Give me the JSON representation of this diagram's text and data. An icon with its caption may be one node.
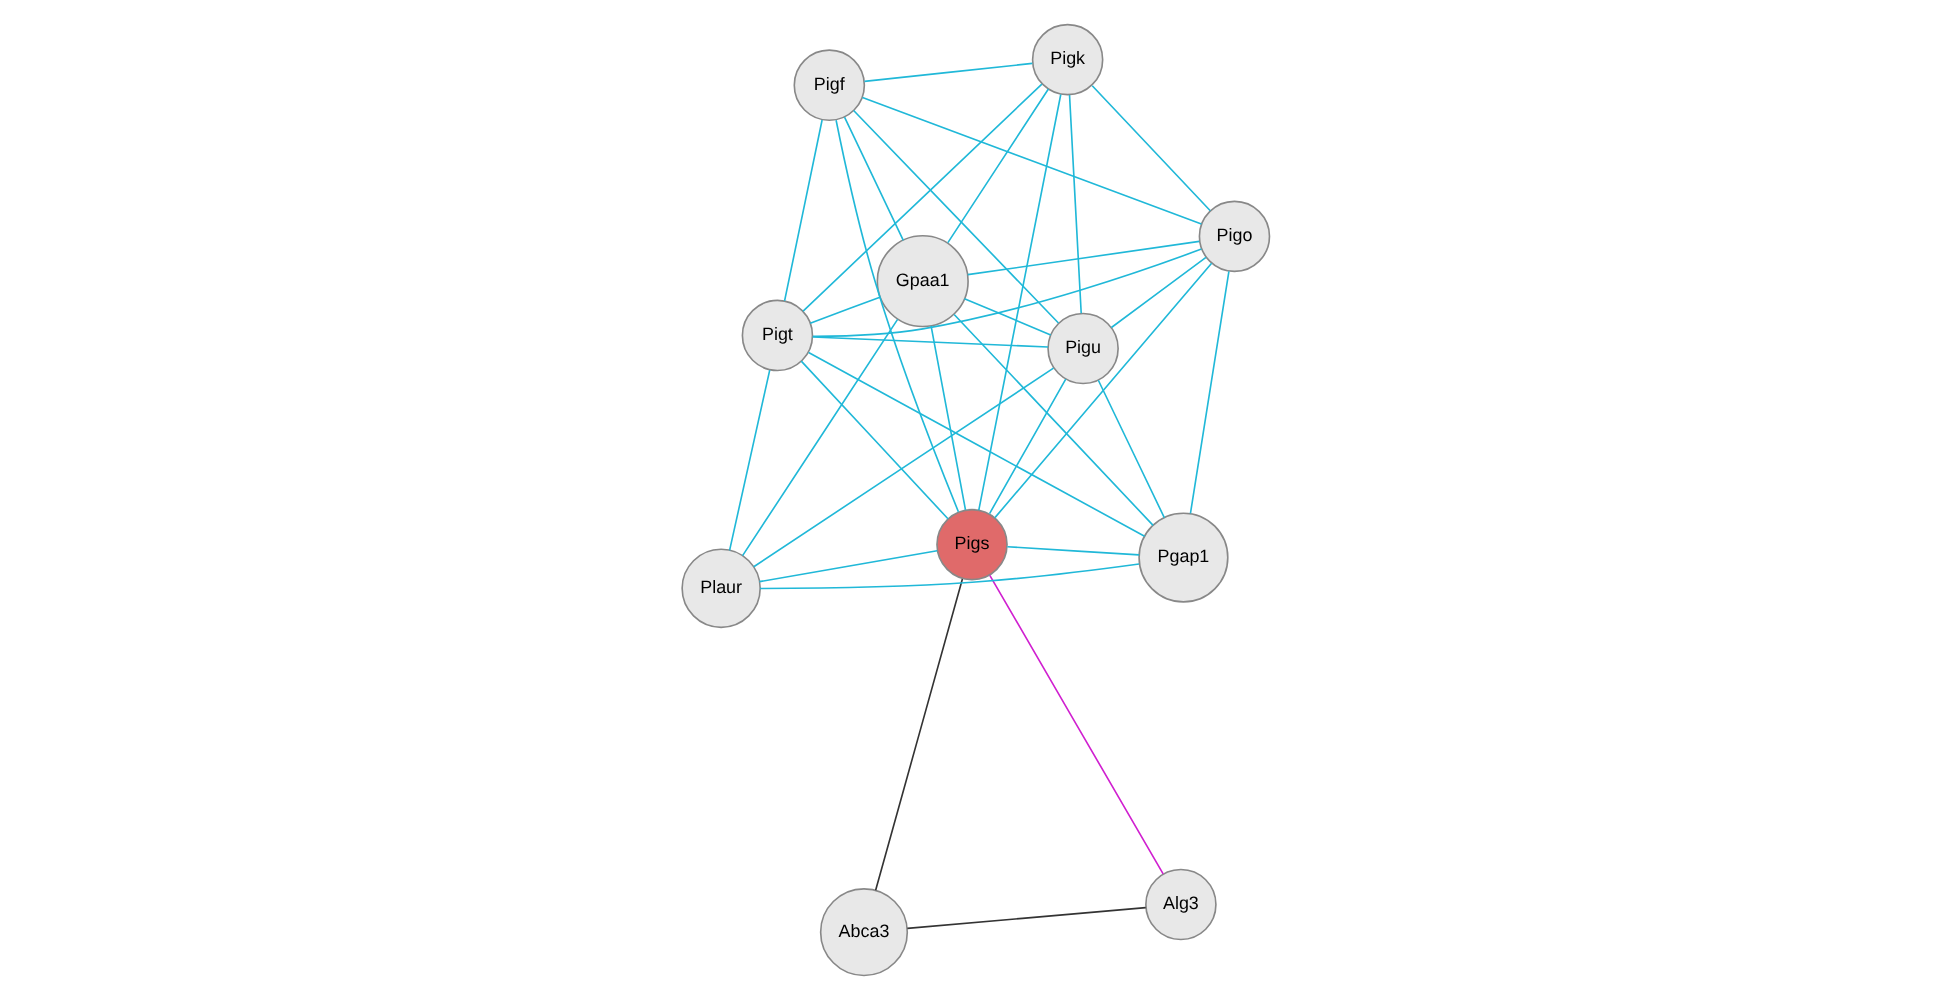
{
  "diagram": {
    "nodes": [
      {
        "text": [
          "Pigf"
        ]
      },
      {
        "text": [
          "Pigk"
        ]
      },
      {
        "text": [
          "Pigo"
        ]
      },
      {
        "text": [
          "Gpaa1"
        ]
      },
      {
        "text": [
          "Pigu"
        ]
      },
      {
        "text": [
          "Pigt"
        ]
      },
      {
        "text": [
          "Pigs"
        ]
      },
      {
        "text": [
          "Pgap1"
        ]
      },
      {
        "text": [
          "Plaur"
        ]
      },
      {
        "text": [
          "Alg3"
        ]
      },
      {
        "text": [
          "Abca3"
        ]
      }
    ],
    "edges": [
      {
        "from": 0,
        "to": 1,
        "arrow": "none"
      },
      {
        "from": 0,
        "to": 2,
        "arrow": "none"
      },
      {
        "from": 0,
        "to": 3,
        "arrow": "none"
      },
      {
        "from": 0,
        "to": 4,
        "arrow": "none"
      },
      {
        "from": 0,
        "to": 5,
        "arrow": "none"
      },
      {
        "from": 0,
        "to": 6,
        "arrow": "none"
      },
      {
        "from": 1,
        "to": 2,
        "arrow": "none"
      },
      {
        "from": 1,
        "to": 3,
        "arrow": "none"
      },
      {
        "from": 1,
        "to": 4,
        "arrow": "none"
      },
      {
        "from": 1,
        "to": 5,
        "arrow": "none"
      },
      {
        "from": 1,
        "to": 6,
        "arrow": "none"
      },
      {
        "from": 2,
        "to": 3,
        "arrow": "none"
      },
      {
        "from": 2,
        "to": 4,
        "arrow": "none"
      },
      {
        "from": 2,
        "to": 5,
        "arrow": "none"
      },
      {
        "from": 2,
        "to": 6,
        "arrow": "none"
      },
      {
        "from": 2,
        "to": 7,
        "arrow": "none"
      },
      {
        "from": 3,
        "to": 4,
        "arrow": "none"
      },
      {
        "from": 3,
        "to": 5,
        "arrow": "none"
      },
      {
        "from": 3,
        "to": 6,
        "arrow": "none"
      },
      {
        "from": 3,
        "to": 7,
        "arrow": "none"
      },
      {
        "from": 3,
        "to": 8,
        "arrow": "none"
      },
      {
        "from": 4,
        "to": 5,
        "arrow": "none"
      },
      {
        "from": 4,
        "to": 6,
        "arrow": "none"
      },
      {
        "from": 4,
        "to": 7,
        "arrow": "none"
      },
      {
        "from": 4,
        "to": 8,
        "arrow": "none"
      },
      {
        "from": 5,
        "to": 6,
        "arrow": "none"
      },
      {
        "from": 5,
        "to": 7,
        "arrow": "none"
      },
      {
        "from": 5,
        "to": 8,
        "arrow": "none"
      },
      {
        "from": 6,
        "to": 7,
        "arrow": "none"
      },
      {
        "from": 6,
        "to": 8,
        "arrow": "none"
      },
      {
        "from": 7,
        "to": 8,
        "arrow": "none"
      },
      {
        "from": 6,
        "to": 9,
        "arrow": "none",
        "color": "#d020d0"
      },
      {
        "from": 6,
        "to": 10,
        "arrow": "none",
        "color": "#333333"
      },
      {
        "from": 9,
        "to": 10,
        "arrow": "none",
        "color": "#333333"
      }
    ]
  }
}
